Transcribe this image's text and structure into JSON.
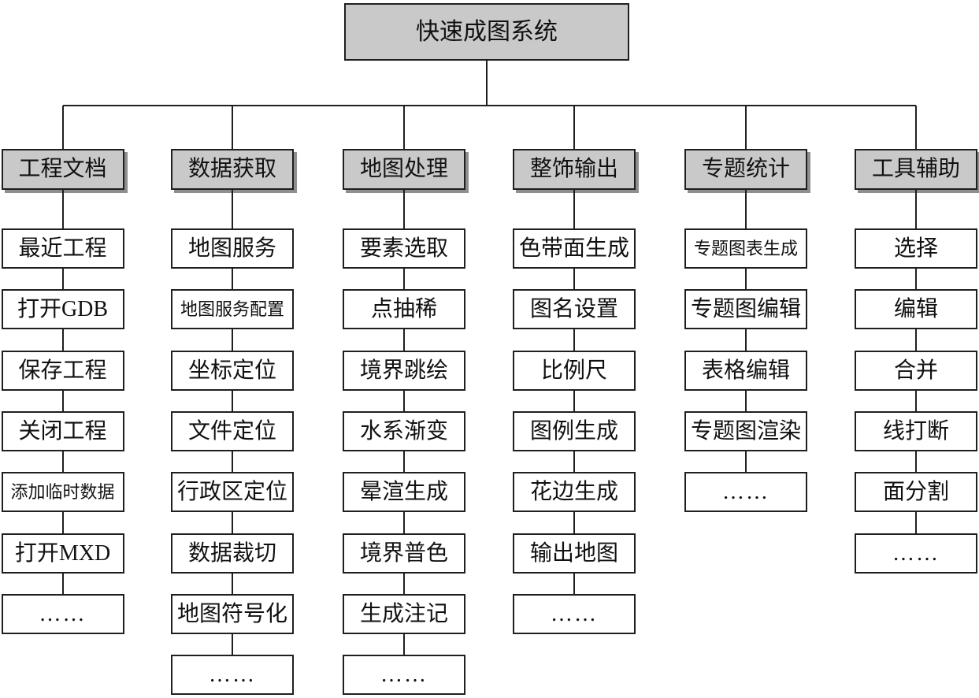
{
  "title": "快速成图系统",
  "columns": [
    {
      "header": "工程文档",
      "items": [
        "最近工程",
        "打开GDB",
        "保存工程",
        "关闭工程",
        "添加临时数据",
        "打开MXD",
        "……"
      ]
    },
    {
      "header": "数据获取",
      "items": [
        "地图服务",
        "地图服务配置",
        "坐标定位",
        "文件定位",
        "行政区定位",
        "数据裁切",
        "地图符号化",
        "……"
      ]
    },
    {
      "header": "地图处理",
      "items": [
        "要素选取",
        "点抽稀",
        "境界跳绘",
        "水系渐变",
        "晕渲生成",
        "境界普色",
        "生成注记",
        "……"
      ]
    },
    {
      "header": "整饰输出",
      "items": [
        "色带面生成",
        "图名设置",
        "比例尺",
        "图例生成",
        "花边生成",
        "输出地图",
        "……"
      ]
    },
    {
      "header": "专题统计",
      "items": [
        "专题图表生成",
        "专题图编辑",
        "表格编辑",
        "专题图渲染",
        "……"
      ]
    },
    {
      "header": "工具辅助",
      "items": [
        "选择",
        "编辑",
        "合并",
        "线打断",
        "面分割",
        "……"
      ]
    }
  ],
  "colors": {
    "node_fill": "#c9c9c9",
    "item_fill": "#ffffff",
    "border": "#1f1f1f",
    "shadow": "#8f8f8f",
    "background": "#ffffff"
  }
}
